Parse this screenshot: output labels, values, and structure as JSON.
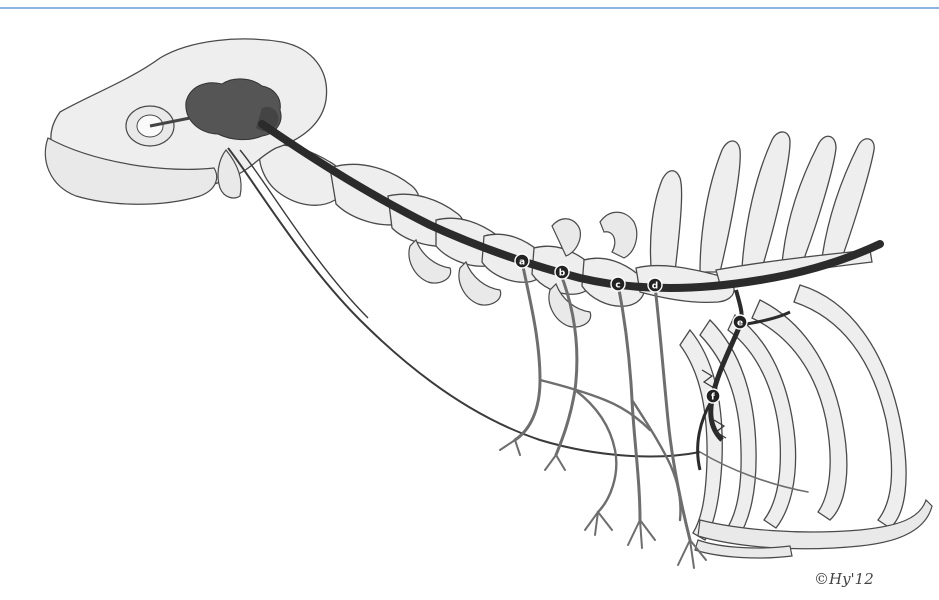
{
  "figure": {
    "labels": [
      {
        "id": "a",
        "text": "a"
      },
      {
        "id": "b",
        "text": "b"
      },
      {
        "id": "c",
        "text": "c"
      },
      {
        "id": "d",
        "text": "d"
      },
      {
        "id": "e",
        "text": "e"
      },
      {
        "id": "f",
        "text": "f"
      }
    ],
    "signature": "©Hy'12",
    "colors": {
      "frame_line": "#8fb3e0",
      "bone_fill": "#eeeeee",
      "bone_stroke": "#4a4a4a",
      "spinal_cord": "#2b2b2b",
      "brain": "#555555",
      "plexus": "#6e6e6e"
    }
  }
}
